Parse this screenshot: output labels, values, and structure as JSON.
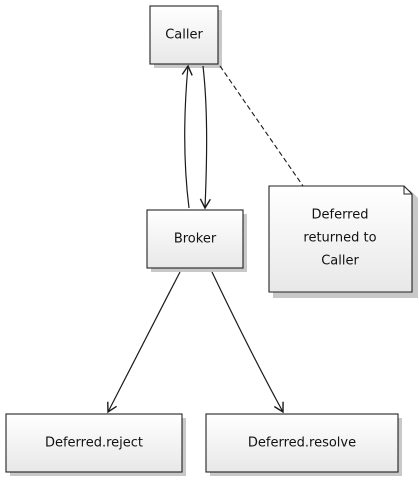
{
  "nodes": {
    "caller": "Caller",
    "broker": "Broker",
    "reject": "Deferred.reject",
    "resolve": "Deferred.resolve"
  },
  "note": {
    "lines": [
      "Deferred",
      "returned to",
      "Caller"
    ]
  },
  "colors": {
    "box_fill_top": "#ffffff",
    "box_fill_bottom": "#e9e9e9",
    "stroke": "#1a1a1a"
  }
}
